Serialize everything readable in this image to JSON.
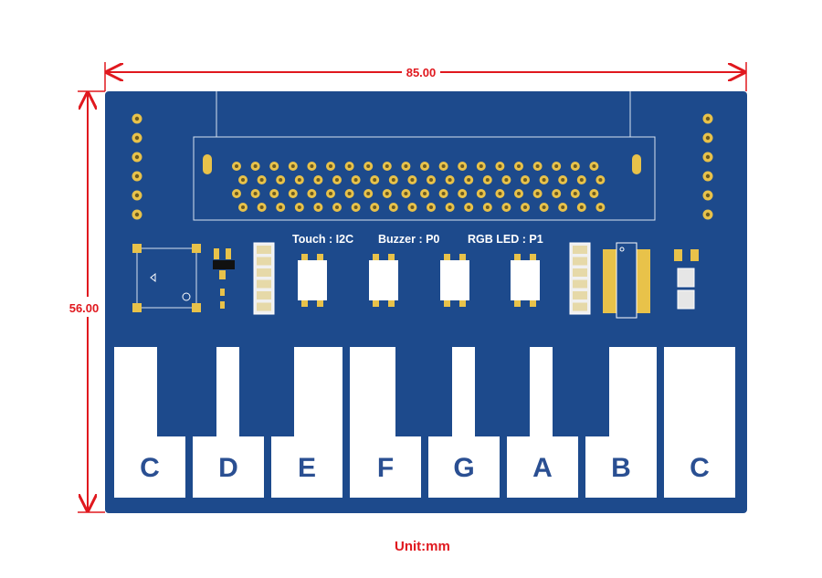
{
  "dimensions": {
    "width": "85.00",
    "height": "56.00",
    "unit_label": "Unit:mm"
  },
  "silkscreen": {
    "touch": "Touch : I2C",
    "buzzer": "Buzzer : P0",
    "rgb_led": "RGB LED : P1"
  },
  "keys": [
    "C",
    "D",
    "E",
    "F",
    "G",
    "A",
    "B",
    "C"
  ],
  "colors": {
    "board": "#1d4a8c",
    "pad": "#e8c24a",
    "dimension": "#e0181e",
    "key": "#ffffff",
    "key_text": "#2a4f92"
  }
}
